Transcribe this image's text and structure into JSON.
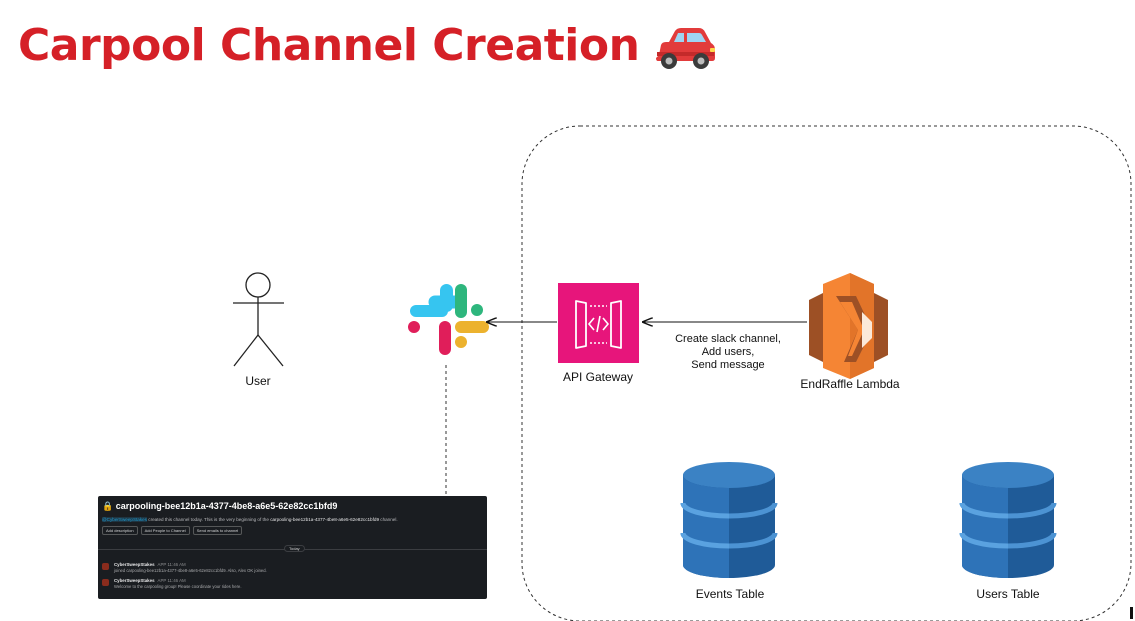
{
  "title": "Carpool Channel Creation",
  "title_color": "#d52027",
  "title_icon": "car-icon",
  "nodes": {
    "user": {
      "label": "User",
      "icon": "user-icon"
    },
    "slack": {
      "icon": "slack-logo-icon"
    },
    "api_gateway": {
      "label": "API Gateway",
      "icon": "api-gateway-icon",
      "color": "#e7157b"
    },
    "lambda": {
      "label": "EndRaffle Lambda",
      "icon": "lambda-icon",
      "color": "#f58534"
    },
    "events_table": {
      "label": "Events Table",
      "icon": "dynamodb-icon",
      "color": "#2e73b8"
    },
    "users_table": {
      "label": "Users Table",
      "icon": "dynamodb-icon",
      "color": "#2e73b8"
    }
  },
  "edges": {
    "lambda_to_api": {
      "lines": [
        "Create slack channel,",
        "Add users,",
        "Send message"
      ]
    }
  },
  "slack_screenshot": {
    "channel_name": "carpooling-bee12b1a-4377-4be8-a6e5-62e82cc1bfd9",
    "intro_mention": "@CyberSweepStakes",
    "intro_text": " created this channel today. This is the very beginning of the ",
    "intro_channel": "carpooling-bee12b1a-4377-4be8-a6e5-62e82cc1bfd9",
    "intro_end": " channel.",
    "buttons": [
      "Add description",
      "Add People to Channel",
      "Send emails to channel"
    ],
    "divider": "Today",
    "messages": [
      {
        "author": "CyberSweepStakes",
        "meta": "APP 11:46 AM",
        "text": "joined carpooling-bee12b1a-4377-4be8-a6e5-62e82cc1bfd9. Also, Alex OK joined."
      },
      {
        "author": "CyberSweepStakes",
        "meta": "APP 11:46 AM",
        "text": "Welcome to the carpooling group! Please coordinate your rides here."
      }
    ]
  }
}
